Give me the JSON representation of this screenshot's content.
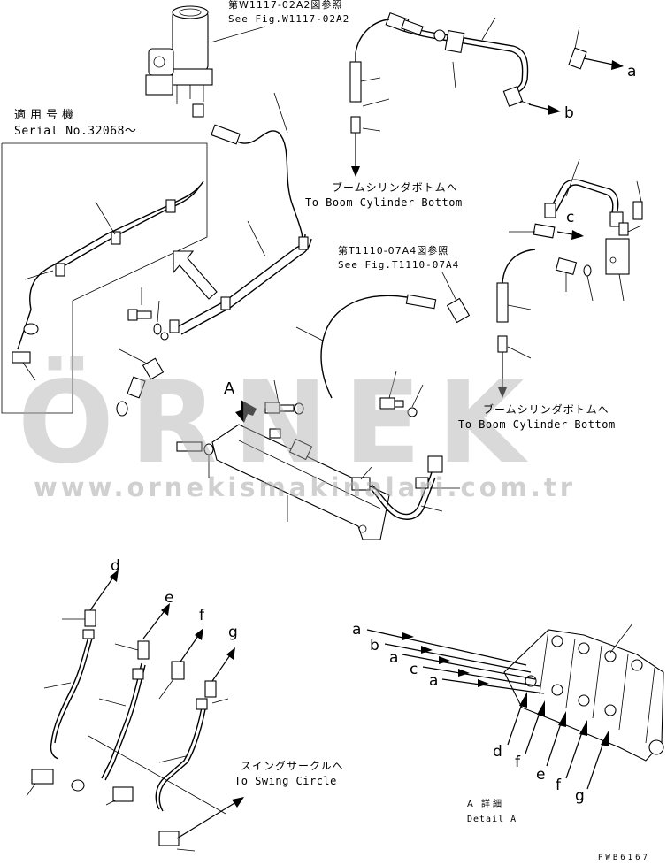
{
  "references": {
    "top_jp": "第W1117-02A2図参照",
    "top_en": "See Fig.W1117-02A2",
    "mid_jp": "第T1110-07A4図参照",
    "mid_en": "See Fig.T1110-07A4"
  },
  "serial_box": {
    "jp": "適用号機",
    "en": "Serial No.32068～"
  },
  "destinations": {
    "boom_bottom_jp_1": "ブームシリンダボトムへ",
    "boom_bottom_en_1": "To Boom Cylinder Bottom",
    "boom_bottom_jp_2": "ブームシリンダボトムへ",
    "boom_bottom_en_2": "To Boom Cylinder Bottom",
    "swing_jp": "スイングサークルへ",
    "swing_en": "To Swing Circle"
  },
  "detail": {
    "view_letter": "A",
    "jp": "A 詳細",
    "en": "Detail A"
  },
  "connection_letters": {
    "a1": "a",
    "b1": "b",
    "c1": "c",
    "d1": "d",
    "e1": "e",
    "f1": "f",
    "g1": "g",
    "detail_a1": "a",
    "detail_b": "b",
    "detail_a2": "a",
    "detail_c": "c",
    "detail_a3": "a",
    "detail_d": "d",
    "detail_f1": "f",
    "detail_e": "e",
    "detail_f2": "f",
    "detail_g": "g"
  },
  "drawing_code": "PWB6167",
  "watermark": {
    "brand": "ÖRNEK",
    "url": "www.ornekismakinalari.com.tr"
  }
}
